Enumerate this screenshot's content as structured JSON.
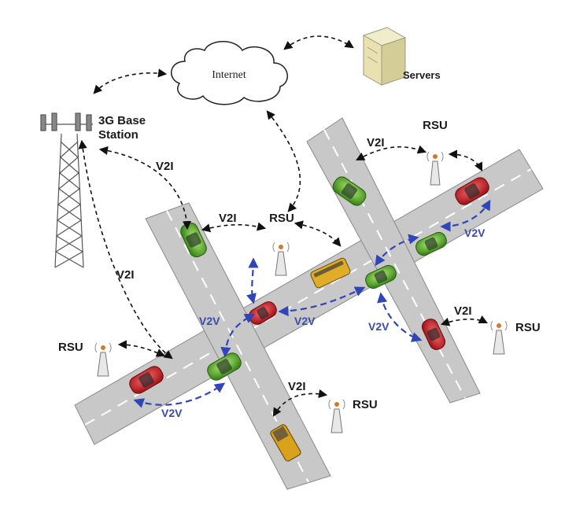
{
  "labels": {
    "internet": "Internet",
    "servers": "Servers",
    "base_station_line1": "3G Base",
    "base_station_line2": "Station",
    "rsu": "RSU",
    "v2i": "V2I",
    "v2v": "V2V"
  },
  "colors": {
    "v2v_link": "#2f45b8",
    "v2i_link": "#111111",
    "road": "#c8c8c8",
    "car_red": "#c0282e",
    "car_green": "#5aa42a",
    "bus_yellow": "#d9a21b"
  }
}
